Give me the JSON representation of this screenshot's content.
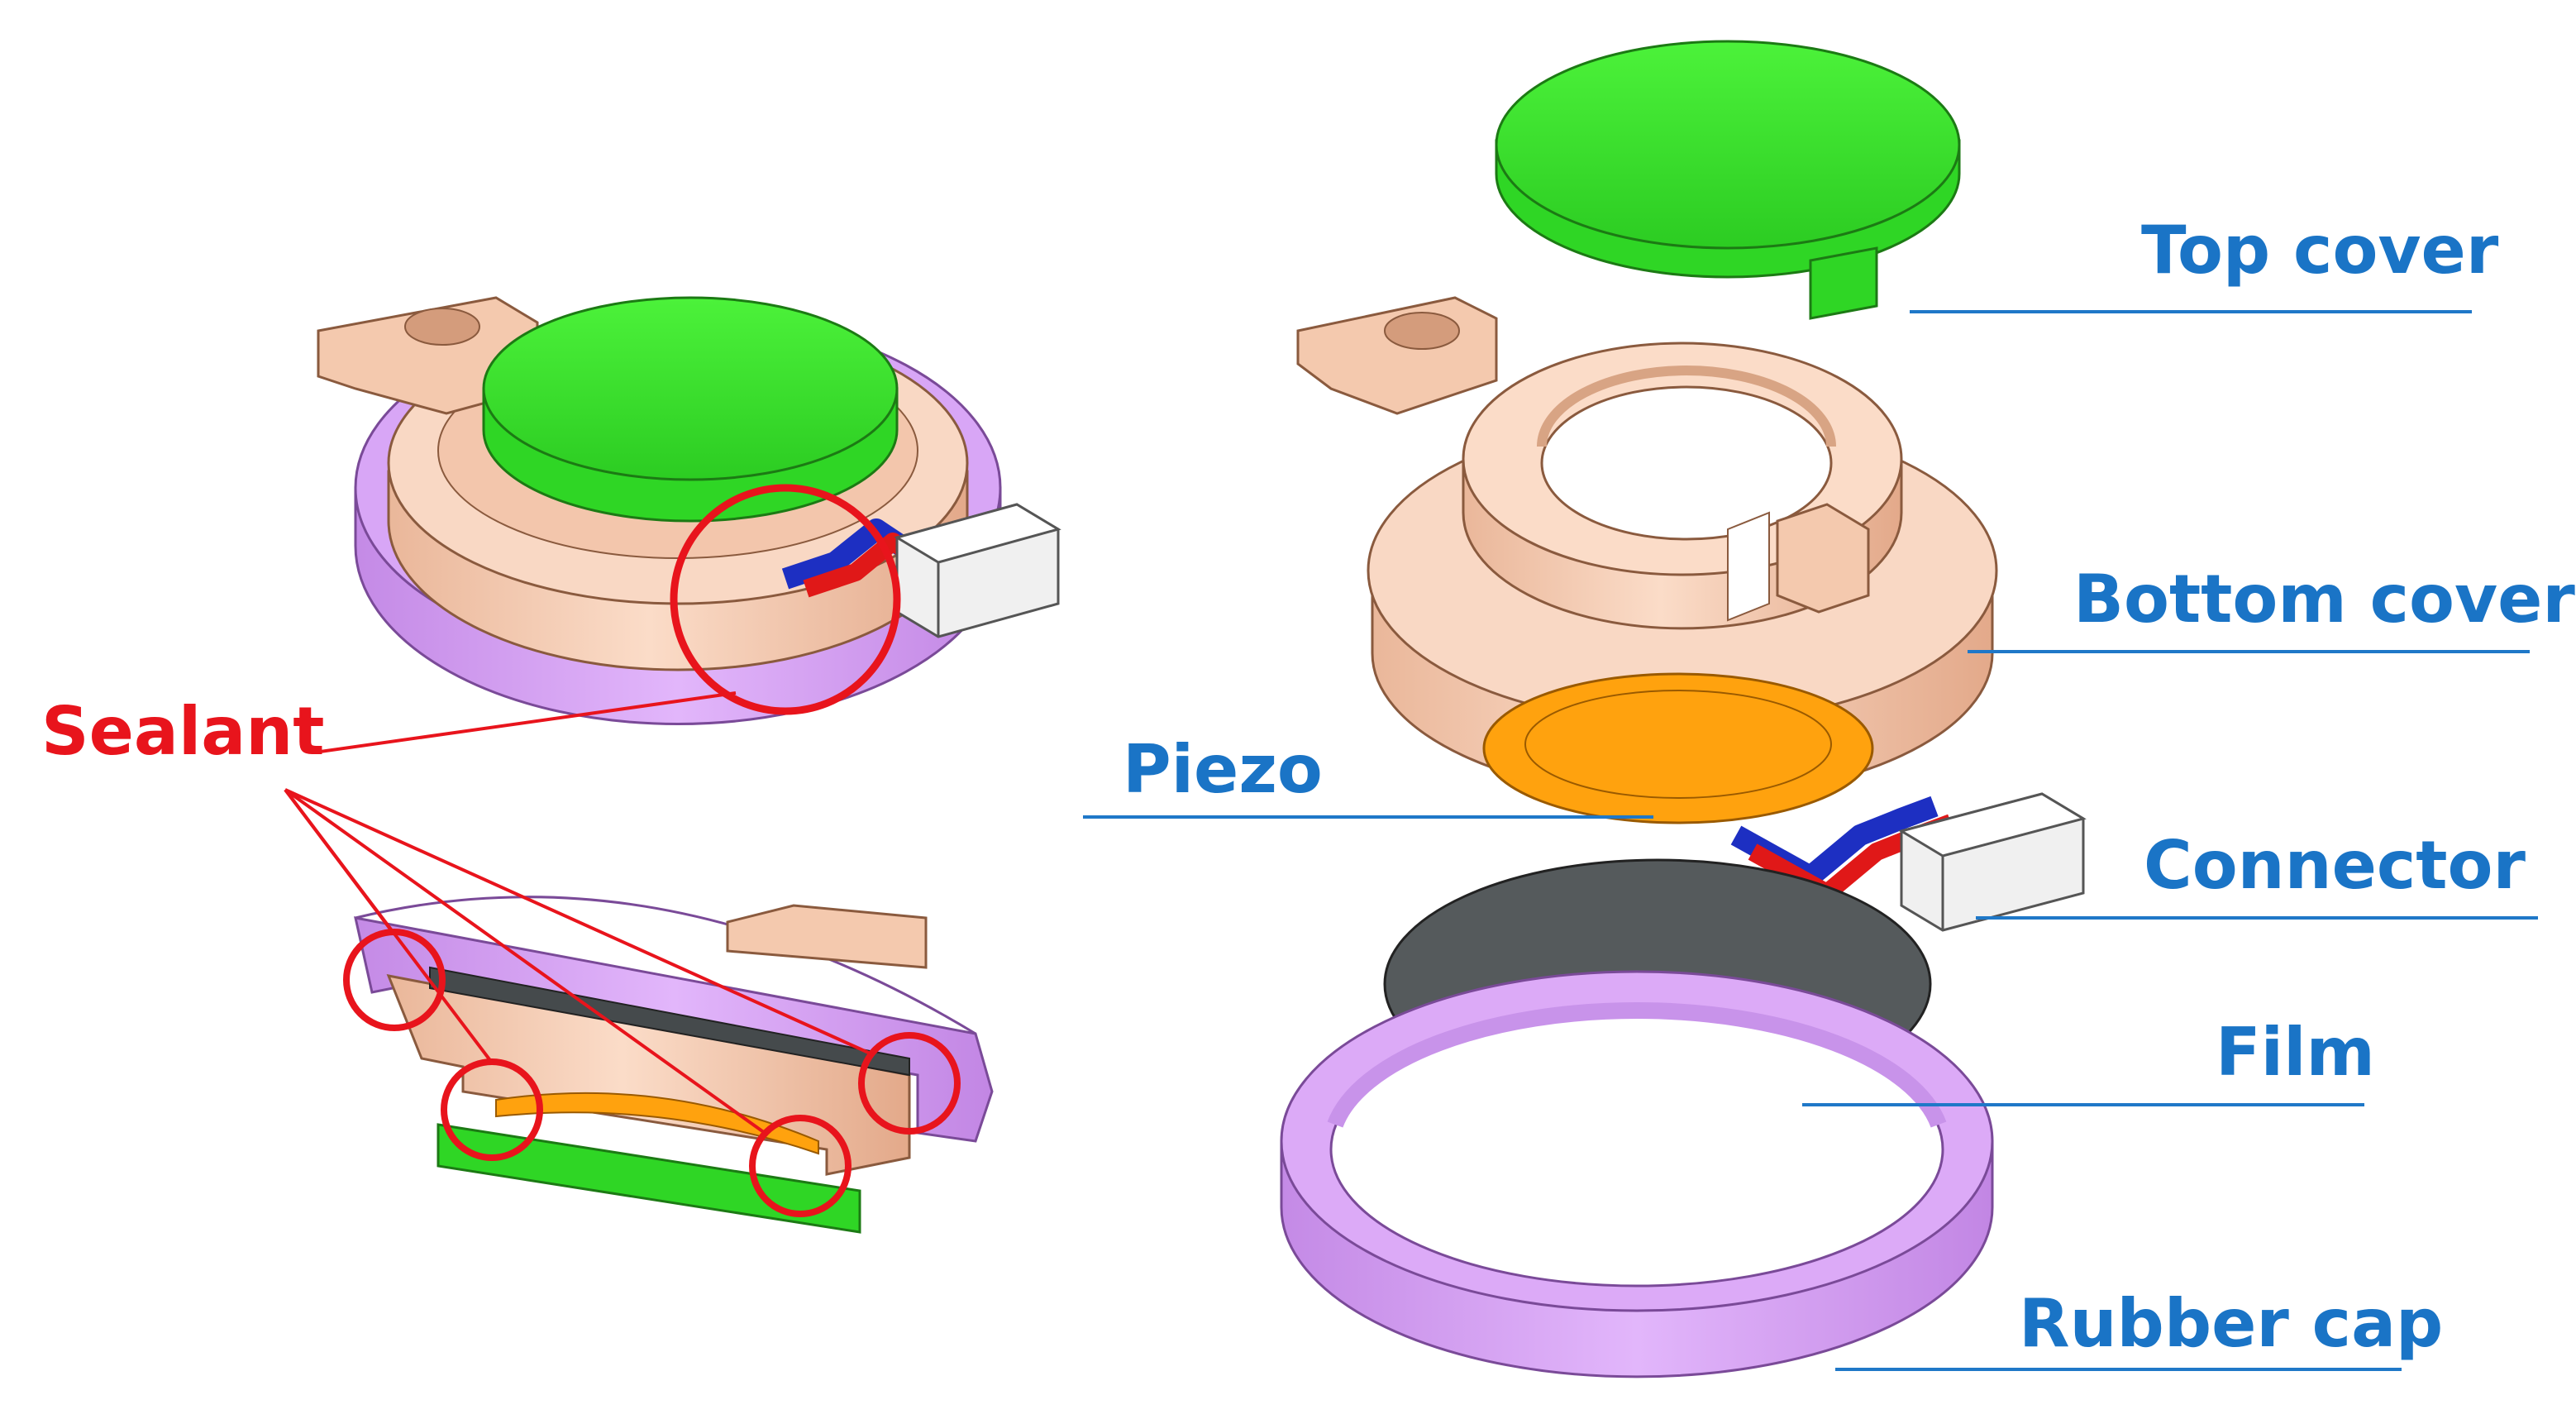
{
  "diagram": {
    "sealant_label": "Sealant",
    "parts": [
      {
        "id": "top-cover",
        "label": "Top cover",
        "color": "#3cee2e"
      },
      {
        "id": "bottom-cover",
        "label": "Bottom cover",
        "color": "#f7ccb3"
      },
      {
        "id": "piezo",
        "label": "Piezo",
        "color": "#ffa20e"
      },
      {
        "id": "connector",
        "label": "Connector",
        "color": "#ececec"
      },
      {
        "id": "film",
        "label": "Film",
        "color": "#555a5c"
      },
      {
        "id": "rubber-cap",
        "label": "Rubber cap",
        "color": "#d49ef2"
      }
    ],
    "colors": {
      "label_text": "#1a74c6",
      "leader_line": "#1f78c8",
      "sealant": "#e8141c",
      "wire_blue": "#1d2fc2",
      "wire_red": "#e01818"
    }
  }
}
